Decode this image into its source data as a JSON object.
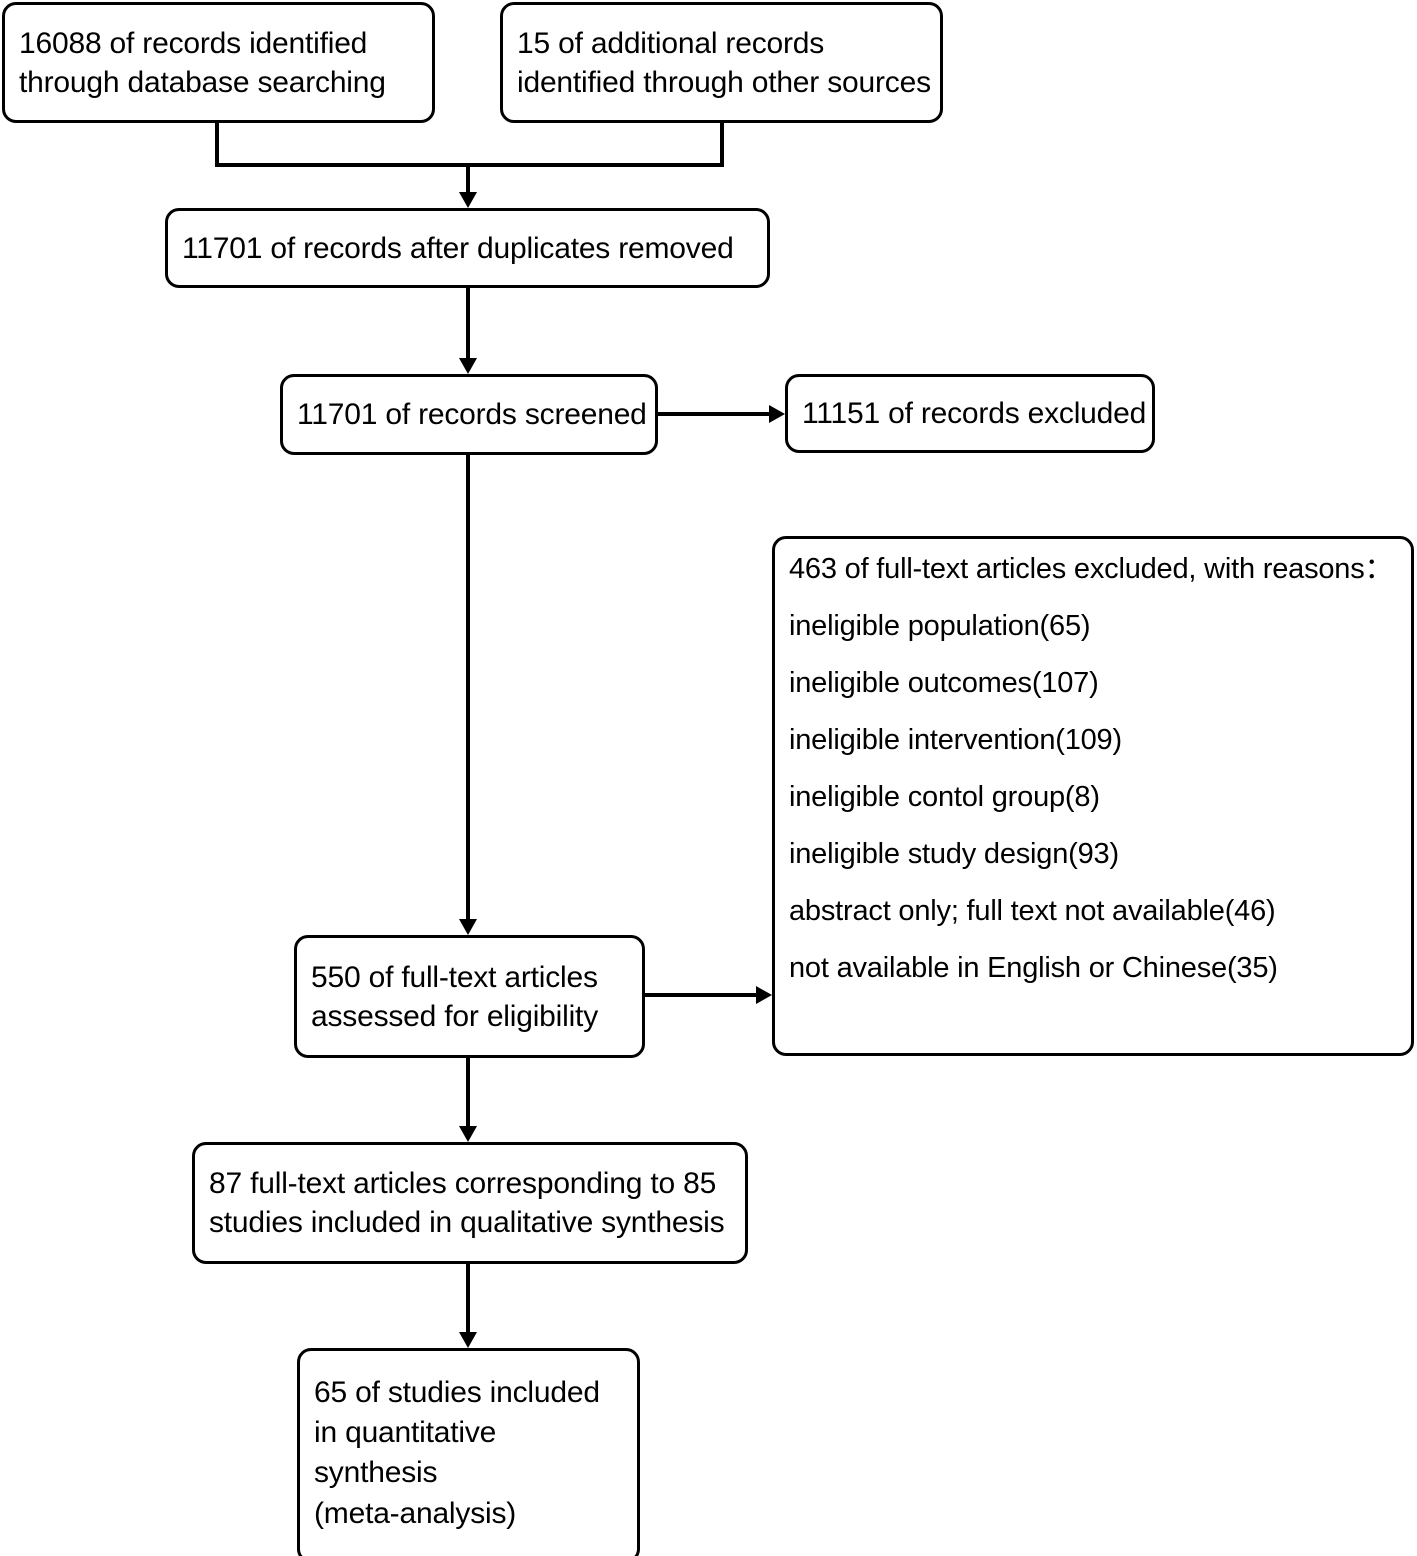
{
  "diagram": {
    "type": "prisma-flow-diagram",
    "title": "",
    "boxes": {
      "db_search": {
        "lines": [
          "16088 of records identified",
          "through database searching"
        ]
      },
      "other_sources": {
        "lines": [
          "15 of additional records",
          "identified through other sources"
        ]
      },
      "dedup": {
        "lines": [
          "11701 of records after duplicates removed"
        ]
      },
      "screened": {
        "lines": [
          "11701 of records screened"
        ]
      },
      "records_excluded": {
        "lines": [
          "11151 of records excluded"
        ]
      },
      "full_text_excluded": {
        "heading": "463 of full-text articles excluded, with reasons：",
        "reasons": [
          "ineligible population(65)",
          "ineligible outcomes(107)",
          "ineligible intervention(109)",
          "ineligible contol group(8)",
          "ineligible study design(93)",
          "abstract only; full text not available(46)",
          "not available in English or Chinese(35)"
        ]
      },
      "eligibility": {
        "lines": [
          "550 of full-text articles",
          "assessed for eligibility"
        ]
      },
      "qualitative": {
        "lines": [
          "87 full-text articles corresponding to 85",
          "studies included in qualitative synthesis"
        ]
      },
      "quantitative": {
        "lines": [
          "65 of studies included",
          "in quantitative",
          "synthesis",
          "(meta-analysis)"
        ]
      }
    },
    "colors": {
      "stroke": "#000000",
      "background": "#ffffff",
      "text": "#000000"
    }
  },
  "chart_data": {
    "type": "diagram",
    "title": "PRISMA study selection flow",
    "nodes": [
      {
        "id": "db_search",
        "label": "16088 of records identified through database searching",
        "value": 16088
      },
      {
        "id": "other_sources",
        "label": "15 of additional records identified through other sources",
        "value": 15
      },
      {
        "id": "dedup",
        "label": "11701 of records after duplicates removed",
        "value": 11701
      },
      {
        "id": "screened",
        "label": "11701 of records screened",
        "value": 11701
      },
      {
        "id": "records_excluded",
        "label": "11151 of records excluded",
        "value": 11151
      },
      {
        "id": "eligibility",
        "label": "550 of full-text articles assessed for eligibility",
        "value": 550
      },
      {
        "id": "full_text_excluded",
        "label": "463 of full-text articles excluded, with reasons",
        "value": 463
      },
      {
        "id": "qualitative",
        "label": "87 full-text articles corresponding to 85 studies included in qualitative synthesis",
        "value": 87
      },
      {
        "id": "quantitative",
        "label": "65 of studies included in quantitative synthesis (meta-analysis)",
        "value": 65
      }
    ],
    "exclusion_reasons": [
      {
        "reason": "ineligible population",
        "count": 65
      },
      {
        "reason": "ineligible outcomes",
        "count": 107
      },
      {
        "reason": "ineligible intervention",
        "count": 109
      },
      {
        "reason": "ineligible contol group",
        "count": 8
      },
      {
        "reason": "ineligible study design",
        "count": 93
      },
      {
        "reason": "abstract only; full text not available",
        "count": 46
      },
      {
        "reason": "not available in English or Chinese",
        "count": 35
      }
    ],
    "edges": [
      {
        "from": "db_search",
        "to": "dedup"
      },
      {
        "from": "other_sources",
        "to": "dedup"
      },
      {
        "from": "dedup",
        "to": "screened"
      },
      {
        "from": "screened",
        "to": "records_excluded"
      },
      {
        "from": "screened",
        "to": "eligibility"
      },
      {
        "from": "eligibility",
        "to": "full_text_excluded"
      },
      {
        "from": "eligibility",
        "to": "qualitative"
      },
      {
        "from": "qualitative",
        "to": "quantitative"
      }
    ]
  }
}
